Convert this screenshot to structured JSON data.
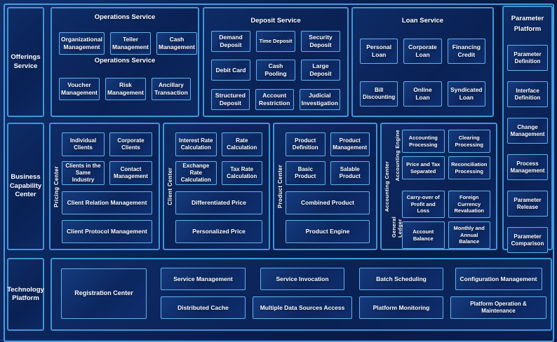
{
  "colors": {
    "background": "#0a2155",
    "panel_border": "#3f97da",
    "box_border": "#63b2ec",
    "text": "#ffffff"
  },
  "offerings": {
    "label": "Offerings Service"
  },
  "operations": {
    "title": "Operations Service",
    "subtitle": "Operations Service",
    "row1": [
      "Organizational Management",
      "Teller Management",
      "Cash Management"
    ],
    "row2": [
      "Voucher Management",
      "Risk Management",
      "Ancillary Transaction"
    ]
  },
  "deposit": {
    "title": "Deposit Service",
    "boxes": [
      "Demand Deposit",
      "Time Deposit",
      "Security Deposit",
      "Debit Card",
      "Cash Pooling",
      "Large Deposit",
      "Structured Deposit",
      "Account Restriction",
      "Judicial Investigation"
    ]
  },
  "loan": {
    "title": "Loan Service",
    "boxes": [
      "Personal Loan",
      "Corporate Loan",
      "Financing Credit",
      "Bill Discounting",
      "Online Loan",
      "Syndicated Loan"
    ]
  },
  "parameter_platform": {
    "title": "Parameter Platform",
    "boxes": [
      "Parameter Definition",
      "Interface Definition",
      "Change Management",
      "Process Management",
      "Parameter Release",
      "Parameter Comparison"
    ]
  },
  "business_capability": {
    "label": "Business Capability Center"
  },
  "pricing_center": {
    "label": "Pricing Center",
    "small_boxes": [
      "Individual Clients",
      "Corporate Clients",
      "Clients in the Same Industry",
      "Contact Management"
    ],
    "wide_boxes": [
      "Client Relation Management",
      "Client Protocol Management"
    ]
  },
  "client_center": {
    "label": "Client Center",
    "small_boxes": [
      "Interest Rate Calculation",
      "Rate Calculation",
      "Exchange Rate Calculation",
      "Tax Rate Calculation"
    ],
    "wide_boxes": [
      "Differentiated Price",
      "Personalized Price"
    ]
  },
  "product_center": {
    "label": "Product Center",
    "small_boxes": [
      "Product Definition",
      "Product Management",
      "Basic Product",
      "Salable Product"
    ],
    "wide_boxes": [
      "Combined Product",
      "Product Engine"
    ]
  },
  "accounting_center": {
    "label": "Accounting Center",
    "engine": {
      "label": "Accounting Engine",
      "boxes": [
        "Accounting Processing",
        "Clearing Processing",
        "Price and Tax Separated",
        "Reconciliation Processing"
      ]
    },
    "ledger": {
      "label": "General Ledger",
      "boxes": [
        "Carry-over of Profit and Loss",
        "Foreign Currency Revaluation",
        "Account Balance",
        "Monthly and Annual Balance"
      ]
    }
  },
  "technology": {
    "label": "Technology Platform",
    "registration": "Registration Center",
    "row1": [
      "Service Management",
      "Service Invocation",
      "Batch Scheduling",
      "Configuration Management"
    ],
    "row2": [
      "Distributed Cache",
      "Multiple Data Sources Access",
      "Platform Monitoring",
      "Platform Operation & Maintenance"
    ]
  }
}
